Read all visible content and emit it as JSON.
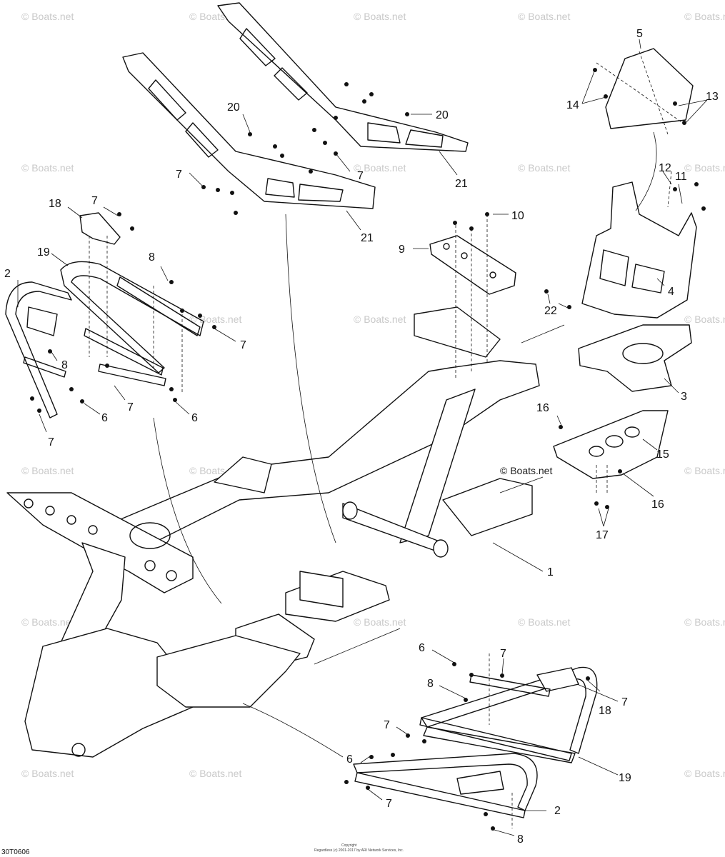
{
  "watermark": "© Boats.net",
  "diagram_code": "30T0606",
  "copyright": {
    "title": "Copyright",
    "line": "Regardless (c) 2001-2017 by ARI Network Services, Inc."
  },
  "callouts": {
    "c1": "1",
    "c2a": "2",
    "c2b": "2",
    "c3": "3",
    "c4": "4",
    "c5": "5",
    "c6a": "6",
    "c6b": "6",
    "c6c": "6",
    "c6d": "6",
    "c7a": "7",
    "c7b": "7",
    "c7c": "7",
    "c7d": "7",
    "c7e": "7",
    "c7f": "7",
    "c7g": "7",
    "c7h": "7",
    "c7i": "7",
    "c7j": "7",
    "c8a": "8",
    "c8b": "8",
    "c8c": "8",
    "c8d": "8",
    "c9": "9",
    "c10": "10",
    "c11": "11",
    "c12": "12",
    "c13": "13",
    "c14": "14",
    "c15": "15",
    "c16a": "16",
    "c16b": "16",
    "c17": "17",
    "c18a": "18",
    "c18b": "18",
    "c19a": "19",
    "c19b": "19",
    "c20a": "20",
    "c20b": "20",
    "c21a": "21",
    "c21b": "21",
    "c22": "22"
  }
}
